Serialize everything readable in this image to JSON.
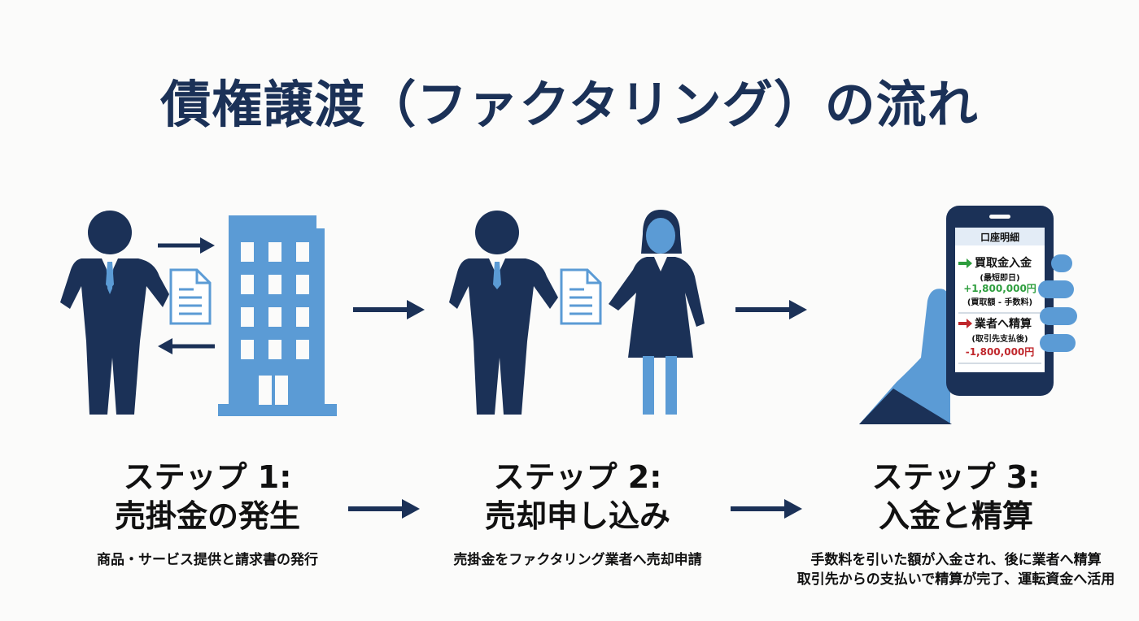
{
  "title": "債権譲渡（ファクタリング）の流れ",
  "steps": [
    {
      "heading": "ステップ 1:",
      "subheading": "売掛金の発生",
      "description": "商品・サービス提供と請求書の発行"
    },
    {
      "heading": "ステップ 2:",
      "subheading": "売却申し込み",
      "description": "売掛金をファクタリング業者へ売却申請"
    },
    {
      "heading": "ステップ 3:",
      "subheading": "入金と精算",
      "description_lines": [
        "手数料を引いた額が入金され、後に業者へ精算",
        "取引先からの支払いで精算が完了、運転資金へ活用"
      ]
    }
  ],
  "phone": {
    "header": "口座明細",
    "entry1": {
      "label": "買取金入金",
      "note": "(最短即日)",
      "amount": "+1,800,000円",
      "detail": "(買取額 - 手数料)"
    },
    "entry2": {
      "label": "業者へ精算",
      "note": "(取引先支払後)",
      "amount": "-1,800,000円"
    }
  },
  "colors": {
    "navy": "#1b3157",
    "blue": "#5b9bd5",
    "green": "#2e9e3e",
    "red": "#c0282d"
  }
}
